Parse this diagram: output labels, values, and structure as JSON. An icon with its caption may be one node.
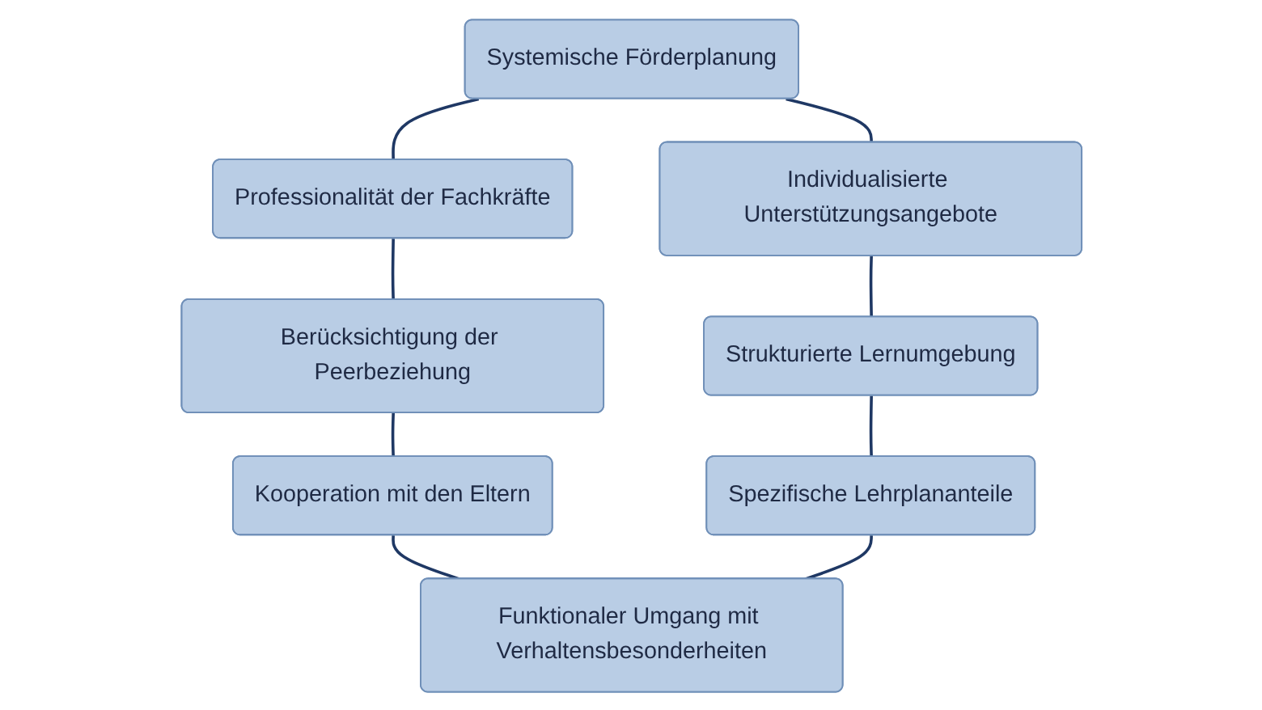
{
  "diagram": {
    "nodes": [
      {
        "text": [
          "Systemische Förderplanung"
        ]
      },
      {
        "text": [
          "Professionalität der Fachkräfte"
        ]
      },
      {
        "text": [
          "Individualisierte Unterstützungsangebote"
        ]
      },
      {
        "text": [
          "Berücksichtigung der Peerbeziehung"
        ]
      },
      {
        "text": [
          "Strukturierte Lernumgebung"
        ]
      },
      {
        "text": [
          "Kooperation mit den Eltern"
        ]
      },
      {
        "text": [
          "Spezifische Lehrplananteile"
        ]
      },
      {
        "text": [
          "Funktionaler Umgang mit Verhaltensbesonderheiten"
        ]
      }
    ],
    "edges": [
      {
        "from": 0,
        "to": 1,
        "arrow": "none"
      },
      {
        "from": 1,
        "to": 3,
        "arrow": "none"
      },
      {
        "from": 3,
        "to": 5,
        "arrow": "none"
      },
      {
        "from": 5,
        "to": 7,
        "arrow": "none"
      },
      {
        "from": 0,
        "to": 2,
        "arrow": "none"
      },
      {
        "from": 2,
        "to": 4,
        "arrow": "none"
      },
      {
        "from": 4,
        "to": 6,
        "arrow": "none"
      },
      {
        "from": 6,
        "to": 7,
        "arrow": "none"
      }
    ]
  }
}
